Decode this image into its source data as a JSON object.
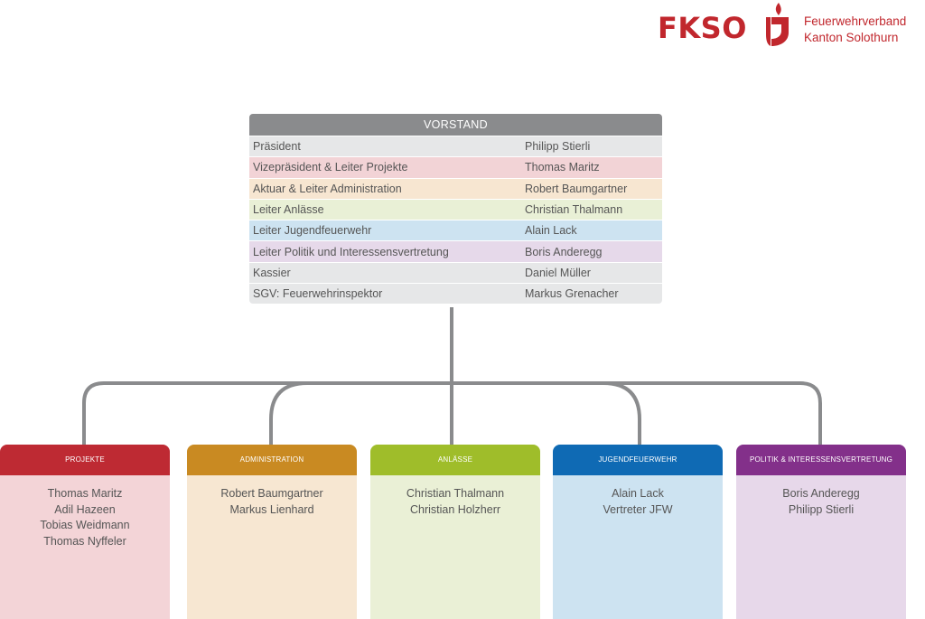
{
  "logo": {
    "abbr": "FKSO",
    "line1": "Feuerwehrverband",
    "line2": "Kanton Solothurn"
  },
  "colors": {
    "brand_red": "#c1272d",
    "connector": "#8a8b8d"
  },
  "vorstand": {
    "title": "VORSTAND",
    "rows": [
      {
        "role": "Präsident",
        "person": "Philipp Stierli",
        "color": "#e6e7e8"
      },
      {
        "role": "Vizepräsident & Leiter Projekte",
        "person": "Thomas Maritz",
        "color": "#f2d3d6"
      },
      {
        "role": "Aktuar & Leiter Administration",
        "person": "Robert Baumgartner",
        "color": "#f7e6d1"
      },
      {
        "role": "Leiter Anlässe",
        "person": "Christian Thalmann",
        "color": "#e9f0d6"
      },
      {
        "role": "Leiter Jugendfeuerwehr",
        "person": "Alain Lack",
        "color": "#cde3f1"
      },
      {
        "role": "Leiter Politik und Interessensvertretung",
        "person": "Boris Anderegg",
        "color": "#e6d9ea"
      },
      {
        "role": "Kassier",
        "person": "Daniel Müller",
        "color": "#e6e7e8"
      },
      {
        "role": "SGV: Feuerwehrinspektor",
        "person": "Markus Grenacher",
        "color": "#e6e7e8"
      }
    ]
  },
  "departments": [
    {
      "title": "PROJEKTE",
      "header_color": "#be2a33",
      "body_color": "#f3d4d7",
      "members": [
        "Thomas Maritz",
        "Adil Hazeen",
        "Tobias Weidmann",
        "Thomas Nyffeler"
      ]
    },
    {
      "title": "ADMINISTRATION",
      "header_color": "#c98a22",
      "body_color": "#f7e7d2",
      "members": [
        "Robert Baumgartner",
        "Markus Lienhard"
      ]
    },
    {
      "title": "ANLÄSSE",
      "header_color": "#9fbd2a",
      "body_color": "#eaf0d6",
      "members": [
        "Christian Thalmann",
        "Christian Holzherr"
      ]
    },
    {
      "title": "JUGENDFEUERWEHR",
      "header_color": "#0f6ab4",
      "body_color": "#cde3f1",
      "members": [
        "Alain Lack",
        "Vertreter JFW"
      ]
    },
    {
      "title": "POLITIK & INTERESSENSVERTRETUNG",
      "header_color": "#83308a",
      "body_color": "#e7d8ea",
      "members": [
        "Boris Anderegg",
        "Philipp Stierli"
      ]
    }
  ]
}
